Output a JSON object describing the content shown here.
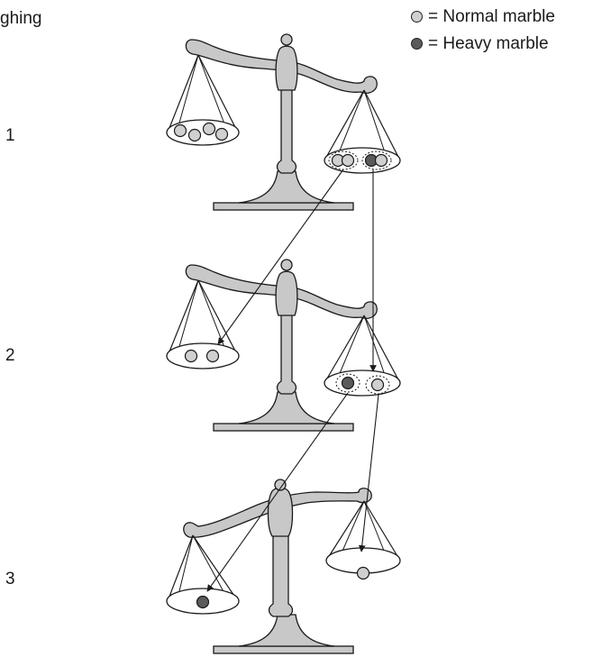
{
  "header_fragment": "ghing",
  "legend": {
    "normal": {
      "label": "= Normal marble",
      "color": "#d0d0d0"
    },
    "heavy": {
      "label": "= Heavy marble",
      "color": "#5a5a5a"
    }
  },
  "steps": [
    {
      "label": "1",
      "tilt": "right-down",
      "left_pan": [
        "normal",
        "normal",
        "normal",
        "normal"
      ],
      "right_pan_groups": [
        [
          "normal",
          "normal"
        ],
        [
          "heavy",
          "normal"
        ]
      ]
    },
    {
      "label": "2",
      "tilt": "right-down",
      "left_pan": [
        "normal",
        "normal"
      ],
      "right_pan_groups": [
        [
          "heavy"
        ],
        [
          "normal"
        ]
      ]
    },
    {
      "label": "3",
      "tilt": "left-down",
      "left_pan": [
        "heavy"
      ],
      "right_pan": [
        "normal"
      ]
    }
  ],
  "colors": {
    "scale_fill": "#c8c8c8",
    "stroke": "#1a1a1a"
  }
}
